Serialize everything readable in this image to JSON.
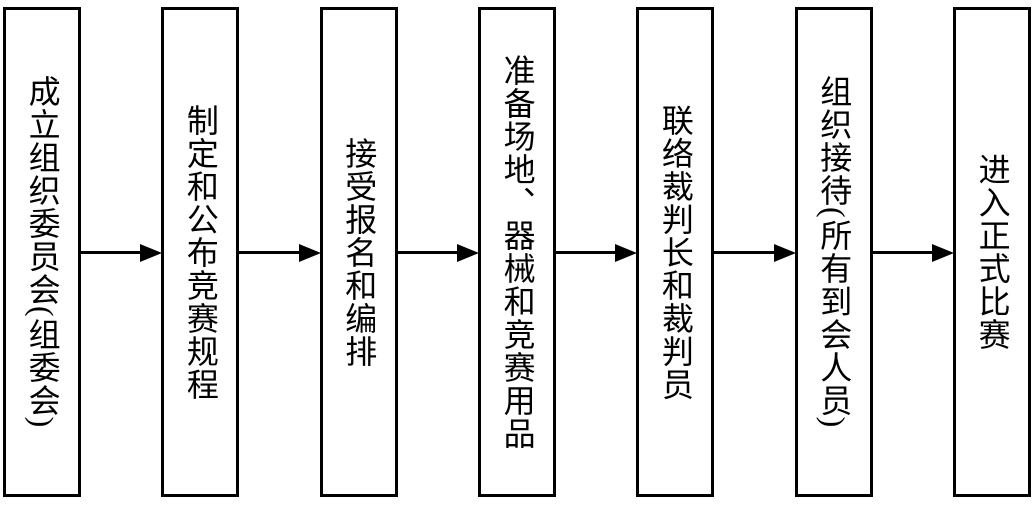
{
  "diagram": {
    "type": "flowchart",
    "direction": "left-to-right",
    "text_orientation": "vertical",
    "colors": {
      "background": "#ffffff",
      "box_border": "#000000",
      "text": "#000000",
      "arrow": "#000000"
    },
    "steps": [
      {
        "label": "成立组织委员会(组委会)"
      },
      {
        "label": "制定和公布竞赛规程"
      },
      {
        "label": "接受报名和编排"
      },
      {
        "label": "准备场地、器械和竞赛用品"
      },
      {
        "label": "联络裁判长和裁判员"
      },
      {
        "label": "组织接待(所有到会人员)"
      },
      {
        "label": "进入正式比赛"
      }
    ],
    "connector": "right-arrow"
  }
}
